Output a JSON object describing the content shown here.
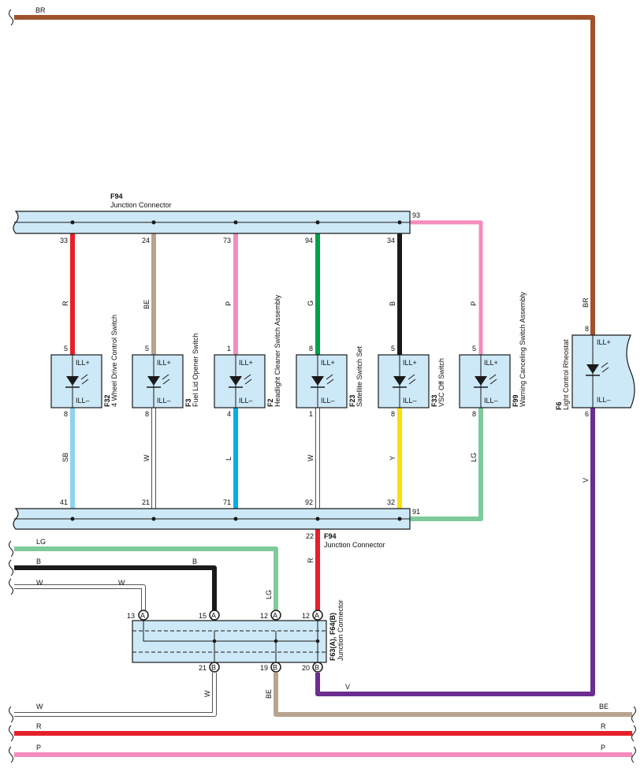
{
  "colors": {
    "BR": "#a0522d",
    "R": "#e5202a",
    "BE": "#b8a38d",
    "P": "#f48cbc",
    "G": "#00a14b",
    "B": "#1a1a1a",
    "SB": "#8fd3f0",
    "W": "#ffffff",
    "L": "#00aee8",
    "Y": "#ffe000",
    "LG": "#7dcb9a",
    "V": "#6b2d90",
    "connector_fill": "#cde8f6",
    "connector_stroke": "#1a1a1a"
  },
  "wires": {
    "br_top": "BR",
    "br_drop": "BR",
    "p_93": "P",
    "p_f99": "P",
    "r_33": "R",
    "be_24": "BE",
    "p_73": "P",
    "g_94": "G",
    "b_34": "B",
    "sb_41": "SB",
    "w_21": "W",
    "l_71": "L",
    "w_92": "W",
    "y_32": "Y",
    "lg_f99": "LG",
    "lg_91": "LG",
    "v_f6": "V",
    "v_20b": "V",
    "r_22": "R",
    "lg_left": "LG",
    "lg_12a": "LG",
    "b_left": "B",
    "b_15a": "B",
    "w_left": "W",
    "w_13a": "W",
    "w_21b": "W",
    "w_bottom": "W",
    "be_19b": "BE",
    "be_bottom": "BE",
    "r_bottom": "R",
    "p_bottom": "P"
  },
  "junction_upper": {
    "ref": "F94",
    "name": "Junction Connector",
    "pins": [
      "33",
      "24",
      "73",
      "94",
      "34",
      "93"
    ]
  },
  "junction_lower": {
    "ref": "F94",
    "name": "Junction Connector",
    "pins": [
      "41",
      "21",
      "71",
      "92",
      "32",
      "91",
      "22"
    ]
  },
  "junction_f63": {
    "ref": "F63(A), F64(B)",
    "name": "Junction Connector",
    "pins_a": [
      "13",
      "15",
      "12",
      "12"
    ],
    "pins_b": [
      "21",
      "19",
      "20"
    ],
    "letter_a": "A",
    "letter_b": "B"
  },
  "switches": [
    {
      "ref": "F32",
      "name": "4 Wheel Drive Control Switch",
      "pin_top": "5",
      "pin_bottom": "8",
      "ill_plus": "ILL+",
      "ill_minus": "ILL–"
    },
    {
      "ref": "F3",
      "name": "Fuel Lid Opener Switch",
      "pin_top": "5",
      "pin_bottom": "8",
      "ill_plus": "ILL+",
      "ill_minus": "ILL–"
    },
    {
      "ref": "F2",
      "name": "Headlight Cleaner Switch Assembly",
      "pin_top": "1",
      "pin_bottom": "4",
      "ill_plus": "ILL+",
      "ill_minus": "ILL–"
    },
    {
      "ref": "F23",
      "name": "Satellite Switch Set",
      "pin_top": "8",
      "pin_bottom": "1",
      "ill_plus": "ILL+",
      "ill_minus": "ILL–"
    },
    {
      "ref": "F33",
      "name": "VSC Off Switch",
      "pin_top": "5",
      "pin_bottom": "8",
      "ill_plus": "ILL+",
      "ill_minus": "ILL–"
    },
    {
      "ref": "F99",
      "name": "Warning Canceling Switch Assembly",
      "pin_top": "5",
      "pin_bottom": "8",
      "ill_plus": "ILL+",
      "ill_minus": "ILL–"
    }
  ],
  "rheostat": {
    "ref": "F6",
    "name": "Light Control Rheostat",
    "pin_top": "8",
    "pin_bottom": "6",
    "ill_plus": "ILL+",
    "ill_minus": "ILL–"
  },
  "wire_labels": {
    "br_top": "BR",
    "br_drop": "BR",
    "r_33": "R",
    "be_24": "BE",
    "p_73": "P",
    "g_94": "G",
    "b_34": "B",
    "p_f99": "P",
    "sb_41": "SB",
    "w_21": "W",
    "l_71": "L",
    "w_92": "W",
    "y_32": "Y",
    "lg_f99": "LG",
    "v_f6": "V",
    "r_22": "R",
    "lg_left": "LG",
    "lg_12a": "LG",
    "b_left": "B",
    "b_15a": "B",
    "w_left": "W",
    "w_13a": "W",
    "w_21b": "W",
    "be_19b": "BE",
    "v_20b": "V",
    "w_bottom": "W",
    "be_bottom": "BE",
    "r_bottom": "R",
    "p_bottom": "P"
  }
}
